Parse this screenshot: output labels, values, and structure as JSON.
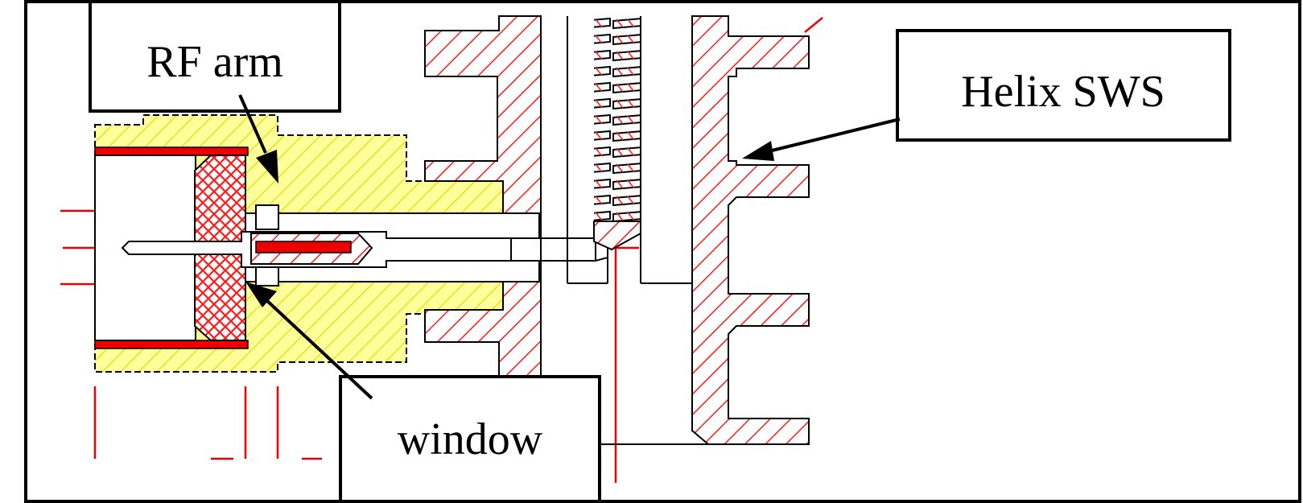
{
  "labels": {
    "rf_arm": "RF arm",
    "helix_sws": "Helix SWS",
    "window": "window"
  },
  "colors": {
    "outline": "#000000",
    "hatch_red": "#ff1a1a",
    "hatch_yellow_bg": "#ffff99",
    "hatch_yellow_line": "#d9d900",
    "centerline_red": "#ee0000",
    "background": "#ffffff"
  }
}
